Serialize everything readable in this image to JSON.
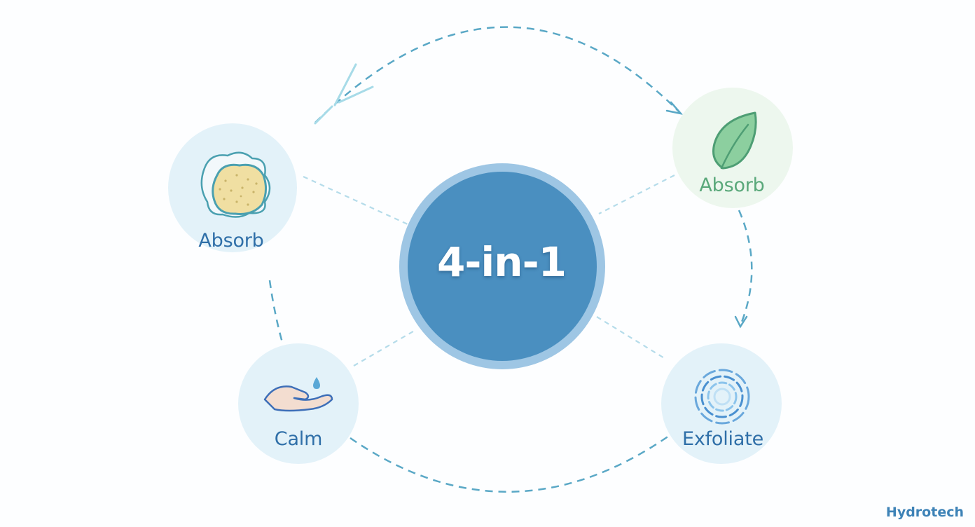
{
  "diagram": {
    "center": {
      "label": "4-in-1",
      "color": "#4a8fc0",
      "ring_color": "#7db3db"
    },
    "nodes": [
      {
        "id": "absorb-left",
        "label": "Absorb",
        "icon": "sponge-icon",
        "label_color": "#2f6fa8",
        "bg": "#e3f2f9"
      },
      {
        "id": "absorb-right",
        "label": "Absorb",
        "icon": "leaf-icon",
        "label_color": "#5aa87a",
        "bg": "#edf7ee"
      },
      {
        "id": "calm",
        "label": "Calm",
        "icon": "hand-droplet-icon",
        "label_color": "#2f6fa8",
        "bg": "#e3f2f9"
      },
      {
        "id": "exfoliate",
        "label": "Exfoliate",
        "icon": "exfoliate-swirl-icon",
        "label_color": "#2f6fa8",
        "bg": "#e3f2f9"
      }
    ],
    "cycle_color": "#5aa8c6"
  },
  "footer": {
    "brand": "Hydrotech",
    "brand_color": "#3e83b7"
  }
}
